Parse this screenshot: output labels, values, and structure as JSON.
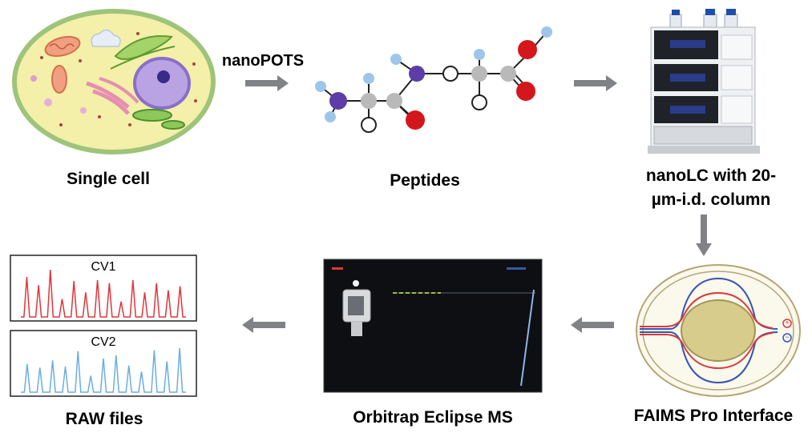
{
  "labels": {
    "single_cell": "Single cell",
    "peptides": "Peptides",
    "nanolc_line1": "nanoLC with 20-",
    "nanolc_line2": "µm-i.d. column",
    "faims": "FAIMS Pro Interface",
    "orbitrap": "Orbitrap Eclipse MS",
    "raw": "RAW files"
  },
  "arrow_label": "nanoPOTS",
  "spectra": [
    {
      "name": "CV1",
      "color": "#e0363c",
      "peaks": [
        0.78,
        0.62,
        0.92,
        0.35,
        0.7,
        0.48,
        0.72,
        0.66,
        0.3,
        0.72,
        0.48,
        0.66,
        0.52,
        0.6
      ]
    },
    {
      "name": "CV2",
      "color": "#6aaee3",
      "peaks": [
        0.55,
        0.48,
        0.62,
        0.5,
        0.8,
        0.32,
        0.66,
        0.72,
        0.52,
        0.4,
        0.82,
        0.6,
        0.86
      ]
    }
  ],
  "faims_signs": [
    "+",
    "−"
  ],
  "colors": {
    "arrow": "#808285",
    "red_electrode": "#d93a3a",
    "blue_electrode": "#3554b5"
  }
}
